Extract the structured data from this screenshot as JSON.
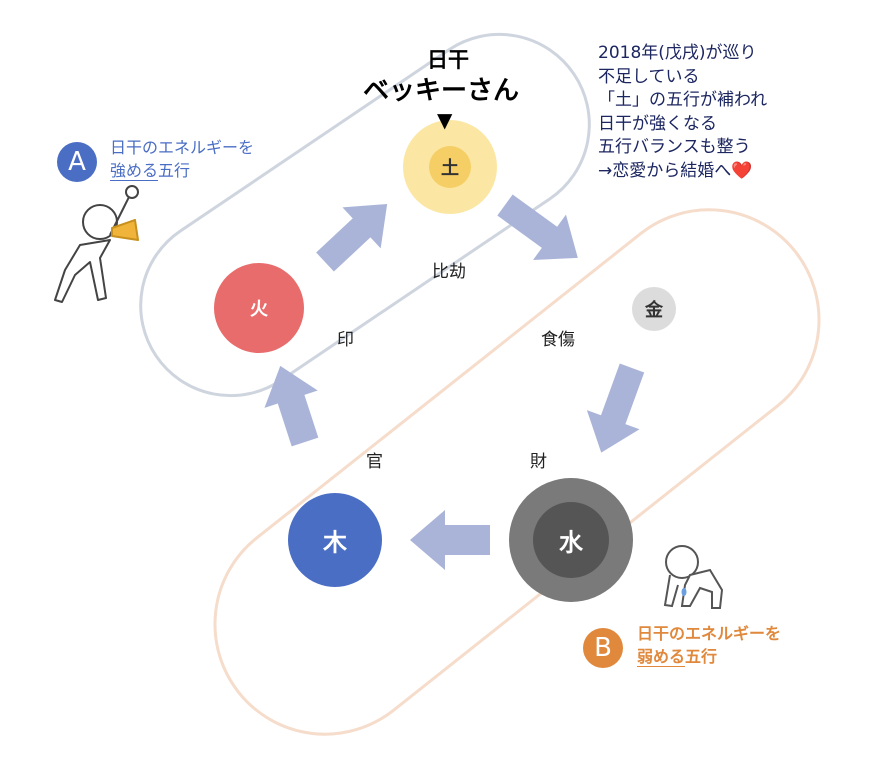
{
  "header": {
    "line1": "日干",
    "line2": "ベッキーさん",
    "marker": "▼"
  },
  "note": [
    "2018年(戊戌)が巡り",
    "不足している",
    "「土」の五行が補われ",
    "日干が強くなる",
    "五行バランスも整う",
    "→恋愛から結婚へ❤️"
  ],
  "elements": {
    "earth": "土",
    "fire": "火",
    "metal": "金",
    "wood": "木",
    "water": "水"
  },
  "relations": {
    "hikou": "比劫",
    "in": "印",
    "shokushou": "食傷",
    "kan": "官",
    "zai": "財"
  },
  "group_a": {
    "badge": "A",
    "line1": "日干のエネルギーを",
    "line2_underlined": "強める",
    "line2_rest": "五行",
    "color": "#4a6ec4"
  },
  "group_b": {
    "badge": "B",
    "line1": "日干のエネルギーを",
    "line2_underlined": "弱める",
    "line2_rest": "五行",
    "color": "#e0883c"
  }
}
